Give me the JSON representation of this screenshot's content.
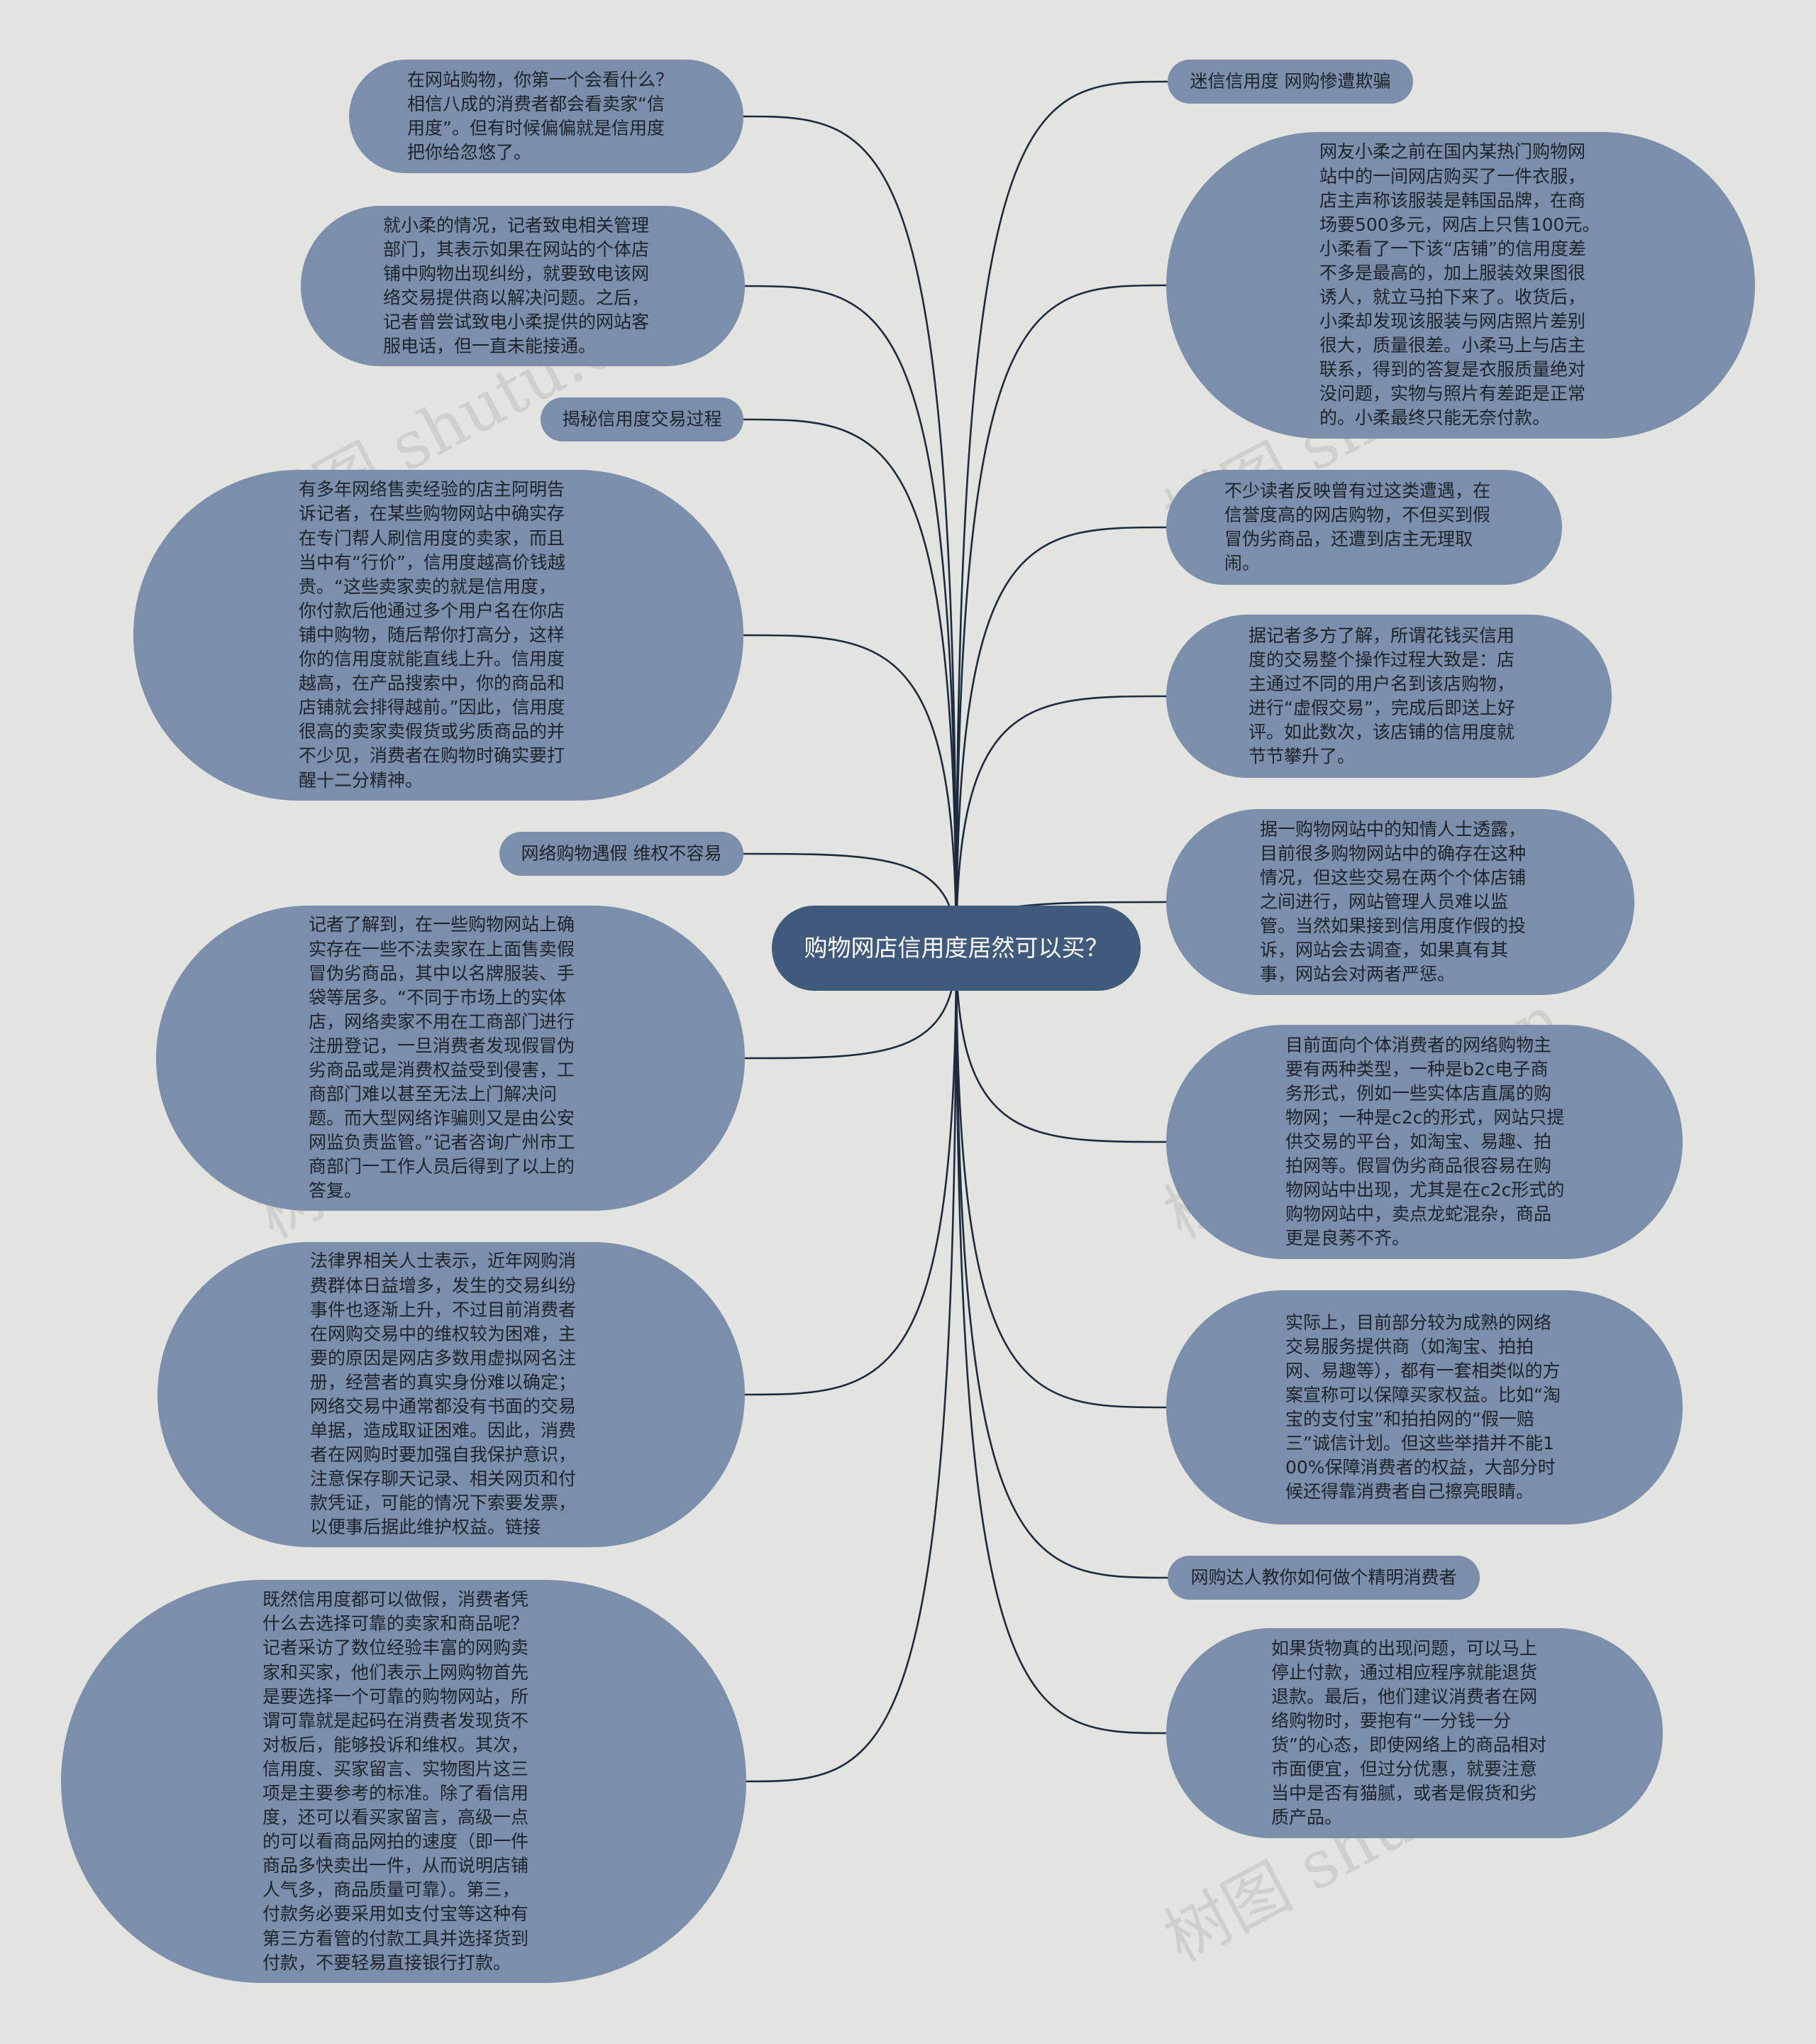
{
  "root": {
    "title": "购物网店信用度居然可以买？"
  },
  "left": [
    {
      "text": "在网站购物，你第一个会看什么？相信八成的消费者都会看卖家“信用度”。但有时候偏偏就是信用度把你给忽悠了。"
    },
    {
      "text": "就小柔的情况，记者致电相关管理部门，其表示如果在网站的个体店铺中购物出现纠纷，就要致电该网络交易提供商以解决问题。之后，记者曾尝试致电小柔提供的网站客服电话，但一直未能接通。"
    },
    {
      "text": "揭秘信用度交易过程"
    },
    {
      "text": "有多年网络售卖经验的店主阿明告诉记者，在某些购物网站中确实存在专门帮人刷信用度的卖家，而且当中有“行价”，信用度越高价钱越贵。“这些卖家卖的就是信用度，你付款后他通过多个用户名在你店铺中购物，随后帮你打高分，这样你的信用度就能直线上升。信用度越高，在产品搜索中，你的商品和店铺就会排得越前。”因此，信用度很高的卖家卖假货或劣质商品的并不少见，消费者在购物时确实要打醒十二分精神。"
    },
    {
      "text": "网络购物遇假 维权不容易"
    },
    {
      "text": "记者了解到，在一些购物网站上确实存在一些不法卖家在上面售卖假冒伪劣商品，其中以名牌服装、手袋等居多。“不同于市场上的实体店，网络卖家不用在工商部门进行注册登记，一旦消费者发现假冒伪劣商品或是消费权益受到侵害，工商部门难以甚至无法上门解决问题。而大型网络诈骗则又是由公安网监负责监管。”记者咨询广州市工商部门一工作人员后得到了以上的答复。"
    },
    {
      "text": "法律界相关人士表示，近年网购消费群体日益增多，发生的交易纠纷事件也逐渐上升，不过目前消费者在网购交易中的维权较为困难，主要的原因是网店多数用虚拟网名注册，经营者的真实身份难以确定；网络交易中通常都没有书面的交易单据，造成取证困难。因此，消费者在网购时要加强自我保护意识，注意保存聊天记录、相关网页和付款凭证，可能的情况下索要发票，以便事后据此维护权益。链接"
    },
    {
      "text": "既然信用度都可以做假，消费者凭什么去选择可靠的卖家和商品呢？记者采访了数位经验丰富的网购卖家和买家，他们表示上网购物首先是要选择一个可靠的购物网站，所谓可靠就是起码在消费者发现货不对板后，能够投诉和维权。其次，信用度、买家留言、实物图片这三项是主要参考的标准。除了看信用度，还可以看买家留言，高级一点的可以看商品网拍的速度（即一件商品多快卖出一件，从而说明店铺人气多，商品质量可靠）。第三，付款务必要采用如支付宝等这种有第三方看管的付款工具并选择货到付款，不要轻易直接银行打款。"
    }
  ],
  "right": [
    {
      "text": "迷信信用度 网购惨遭欺骗"
    },
    {
      "text": "网友小柔之前在国内某热门购物网站中的一间网店购买了一件衣服，店主声称该服装是韩国品牌，在商场要500多元，网店上只售100元。小柔看了一下该“店铺”的信用度差不多是最高的，加上服装效果图很诱人，就立马拍下来了。收货后，小柔却发现该服装与网店照片差别很大，质量很差。小柔马上与店主联系，得到的答复是衣服质量绝对没问题，实物与照片有差距是正常的。小柔最终只能无奈付款。"
    },
    {
      "text": "不少读者反映曾有过这类遭遇，在信誉度高的网店购物，不但买到假冒伪劣商品，还遭到店主无理取闹。"
    },
    {
      "text": "据记者多方了解，所谓花钱买信用度的交易整个操作过程大致是：店主通过不同的用户名到该店购物，进行“虚假交易”，完成后即送上好评。如此数次，该店铺的信用度就节节攀升了。"
    },
    {
      "text": "据一购物网站中的知情人士透露，目前很多购物网站中的确存在这种情况，但这些交易在两个个体店铺之间进行，网站管理人员难以监管。当然如果接到信用度作假的投诉，网站会去调查，如果真有其事，网站会对两者严惩。"
    },
    {
      "text": "目前面向个体消费者的网络购物主要有两种类型，一种是b2c电子商务形式，例如一些实体店直属的购物网；一种是c2c的形式，网站只提供交易的平台，如淘宝、易趣、拍拍网等。假冒伪劣商品很容易在购物网站中出现，尤其是在c2c形式的购物网站中，卖点龙蛇混杂，商品更是良莠不齐。"
    },
    {
      "text": "实际上，目前部分较为成熟的网络交易服务提供商（如淘宝、拍拍网、易趣等），都有一套相类似的方案宣称可以保障买家权益。比如“淘宝的支付宝”和拍拍网的“假一赔三”诚信计划。但这些举措并不能100%保障消费者的权益，大部分时候还得靠消费者自己擦亮眼睛。"
    },
    {
      "text": "网购达人教你如何做个精明消费者"
    },
    {
      "text": "如果货物真的出现问题，可以马上停止付款，通过相应程序就能退货退款。最后，他们建议消费者在网络购物时，要抱有“一分钱一分货”的心态，即使网络上的商品相对市面便宜，但过分优惠，就要注意当中是否有猫腻，或者是假货和劣质产品。"
    }
  ],
  "watermark": "树图 shutu.cn",
  "colors": {
    "background": "#e3e3df",
    "node": "#7b8eab",
    "root": "#3f5a7c",
    "link": "#1c2b3f"
  }
}
